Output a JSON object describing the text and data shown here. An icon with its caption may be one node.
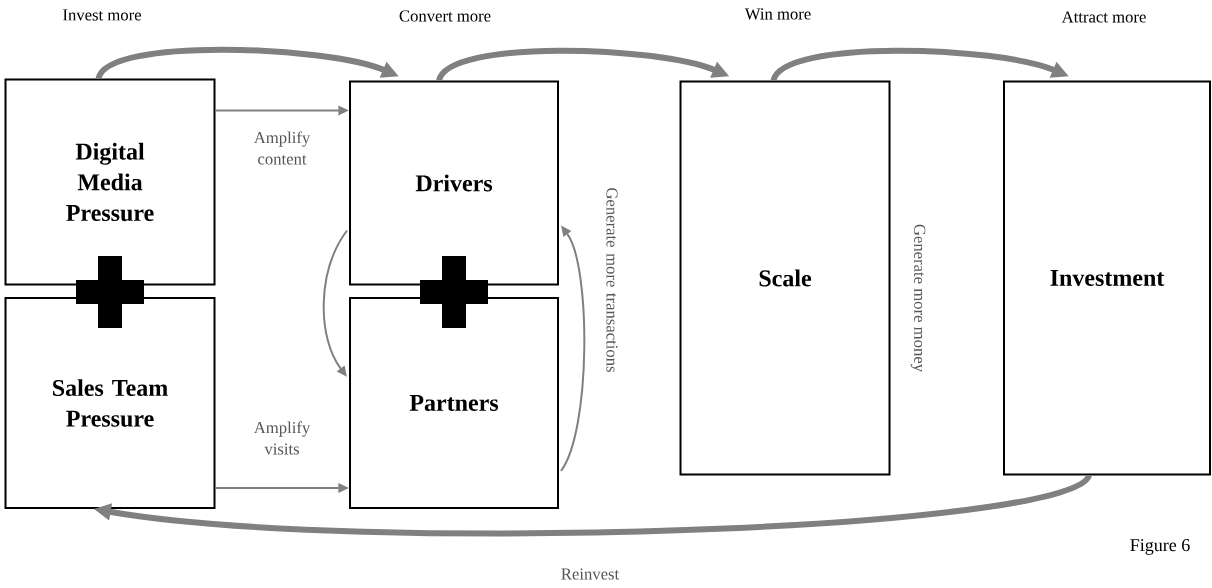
{
  "diagram": {
    "caption": "Figure 6",
    "nodes": [
      {
        "text": [
          "Digital Media Pressure"
        ],
        "beside": [
          "Invest more"
        ]
      },
      {
        "text": [
          "Sales Team Pressure"
        ]
      },
      {
        "text": [
          "Drivers"
        ],
        "beside": [
          "Convert more"
        ]
      },
      {
        "text": [
          "Partners"
        ]
      },
      {
        "text": [
          "Scale"
        ],
        "beside": [
          "Win more"
        ]
      },
      {
        "text": [
          "Investment"
        ],
        "beside": [
          "Attract more"
        ]
      }
    ],
    "edges": [
      {
        "from": 0,
        "to": 2,
        "arrow": "to",
        "style": "thick"
      },
      {
        "from": 2,
        "to": 4,
        "arrow": "to",
        "style": "thick"
      },
      {
        "from": 4,
        "to": 5,
        "arrow": "to",
        "style": "thick"
      },
      {
        "from": 0,
        "to": 2,
        "arrow": "to",
        "label": "Amplify content"
      },
      {
        "from": 1,
        "to": 3,
        "arrow": "to",
        "label": "Amplify visits"
      },
      {
        "from": 2,
        "to": 3,
        "arrow": "to"
      },
      {
        "from": 3,
        "to": 2,
        "arrow": "to",
        "label": "Generate more transactions"
      },
      {
        "from": 5,
        "to": 1,
        "arrow": "to",
        "label": "Reinvest",
        "style": "thick"
      }
    ],
    "labels": [
      "Generate more money"
    ]
  }
}
